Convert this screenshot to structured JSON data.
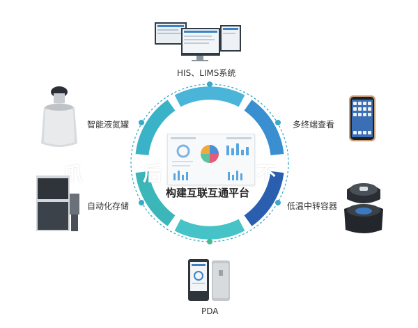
{
  "center": {
    "title": "构建互联互通平台"
  },
  "nodes": {
    "top": "HIS、LIMS系统",
    "left_top": "智能液氮罐",
    "left_bottom": "自动化存储",
    "right_top": "多终端查看",
    "right_bottom": "低温中转容器",
    "bottom": "PDA"
  },
  "overlay": {
    "left": "爪",
    "middle": "后",
    "right": "不"
  },
  "colors": {
    "ring_dark_blue": "#2c6fb7",
    "ring_light_blue": "#4aa3df",
    "ring_teal": "#3bbcc8",
    "ring_green": "#48b98f",
    "dot": "#3aa9c9"
  },
  "icons": [
    "computer-monitors-icon",
    "liquid-nitrogen-tank-icon",
    "automated-storage-icon",
    "smartphone-icon",
    "transfer-container-icon",
    "pda-device-icon",
    "dashboard-screen-icon"
  ]
}
